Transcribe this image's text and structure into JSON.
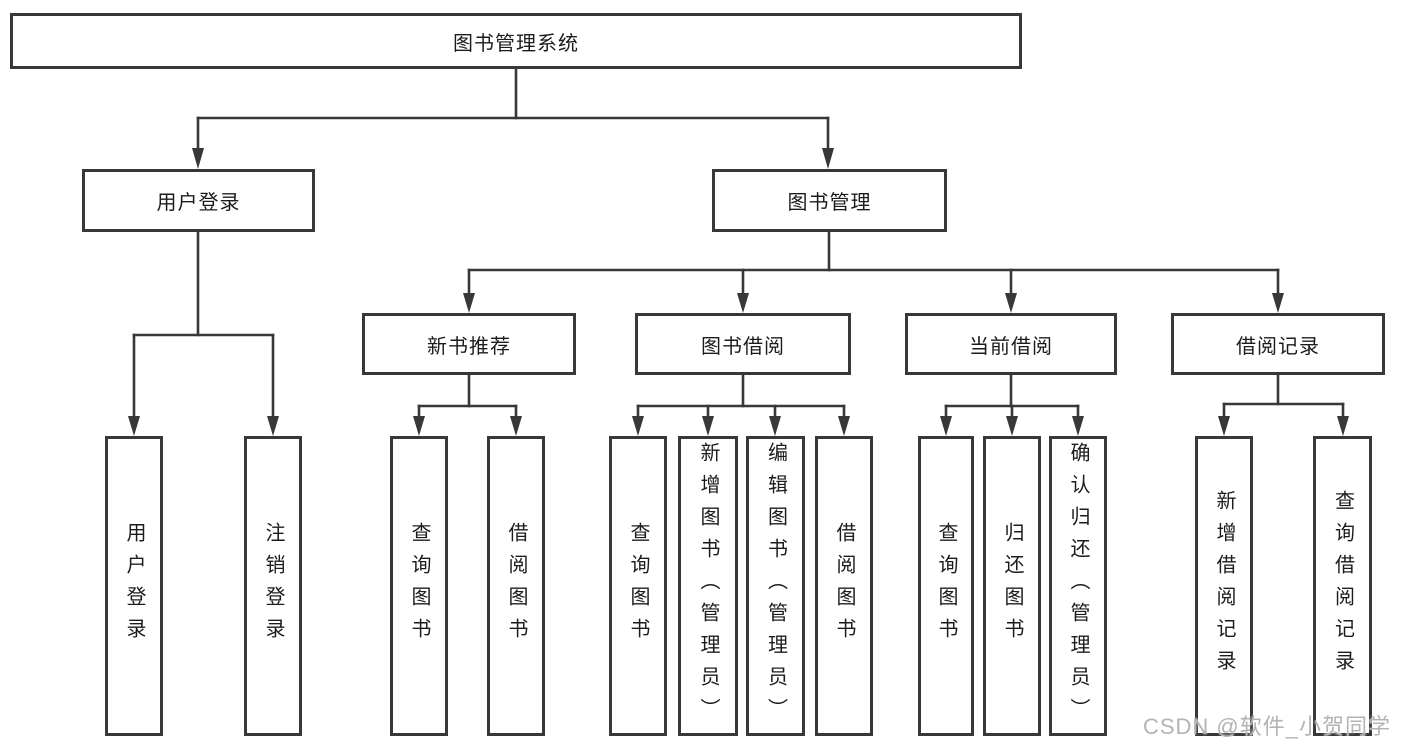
{
  "diagram_type": "hierarchy-tree",
  "tree": {
    "label": "图书管理系统",
    "children": [
      {
        "label": "用户登录",
        "children": [
          {
            "label": "用户登录"
          },
          {
            "label": "注销登录"
          }
        ]
      },
      {
        "label": "图书管理",
        "children": [
          {
            "label": "新书推荐",
            "children": [
              {
                "label": "查询图书"
              },
              {
                "label": "借阅图书"
              }
            ]
          },
          {
            "label": "图书借阅",
            "children": [
              {
                "label": "查询图书"
              },
              {
                "label": "新增图书（管理员）"
              },
              {
                "label": "编辑图书（管理员）"
              },
              {
                "label": "借阅图书"
              }
            ]
          },
          {
            "label": "当前借阅",
            "children": [
              {
                "label": "查询图书"
              },
              {
                "label": "归还图书"
              },
              {
                "label": "确认归还（管理员）"
              }
            ]
          },
          {
            "label": "借阅记录",
            "children": [
              {
                "label": "新增借阅记录"
              },
              {
                "label": "查询借阅记录"
              }
            ]
          }
        ]
      }
    ]
  },
  "watermark": {
    "text": "CSDN @软件_小贺同学"
  },
  "colors": {
    "line": "#383838",
    "text": "#1c1c1c",
    "background": "#ffffff",
    "watermark": "#b3b3b3"
  }
}
